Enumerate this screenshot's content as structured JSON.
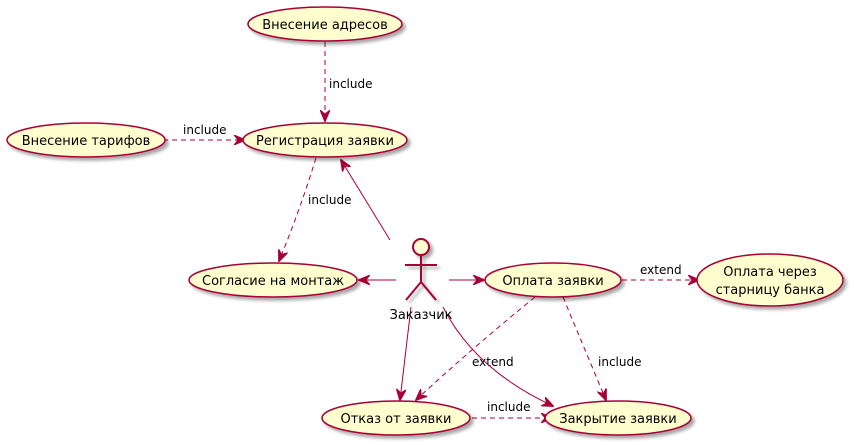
{
  "actor": {
    "name": "Заказчик"
  },
  "use_cases": {
    "addresses": "Внесение адресов",
    "tariffs": "Внесение тарифов",
    "registration": "Регистрация заявки",
    "mount_consent": "Согласие на монтаж",
    "payment": "Оплата заявки",
    "bank_payment": [
      "Оплата через",
      "старницу банка"
    ],
    "refusal": "Отказ от заявки",
    "closing": "Закрытие заявки"
  },
  "relations": {
    "addresses_to_registration": "include",
    "tariffs_to_registration": "include",
    "registration_to_consent": "include",
    "payment_to_bank": "extend",
    "payment_to_refusal": "extend",
    "payment_to_closing": "include",
    "refusal_to_closing": "include"
  },
  "colors": {
    "use_case_fill": "#fefece",
    "border": "#a80036",
    "background": "#ffffff"
  }
}
